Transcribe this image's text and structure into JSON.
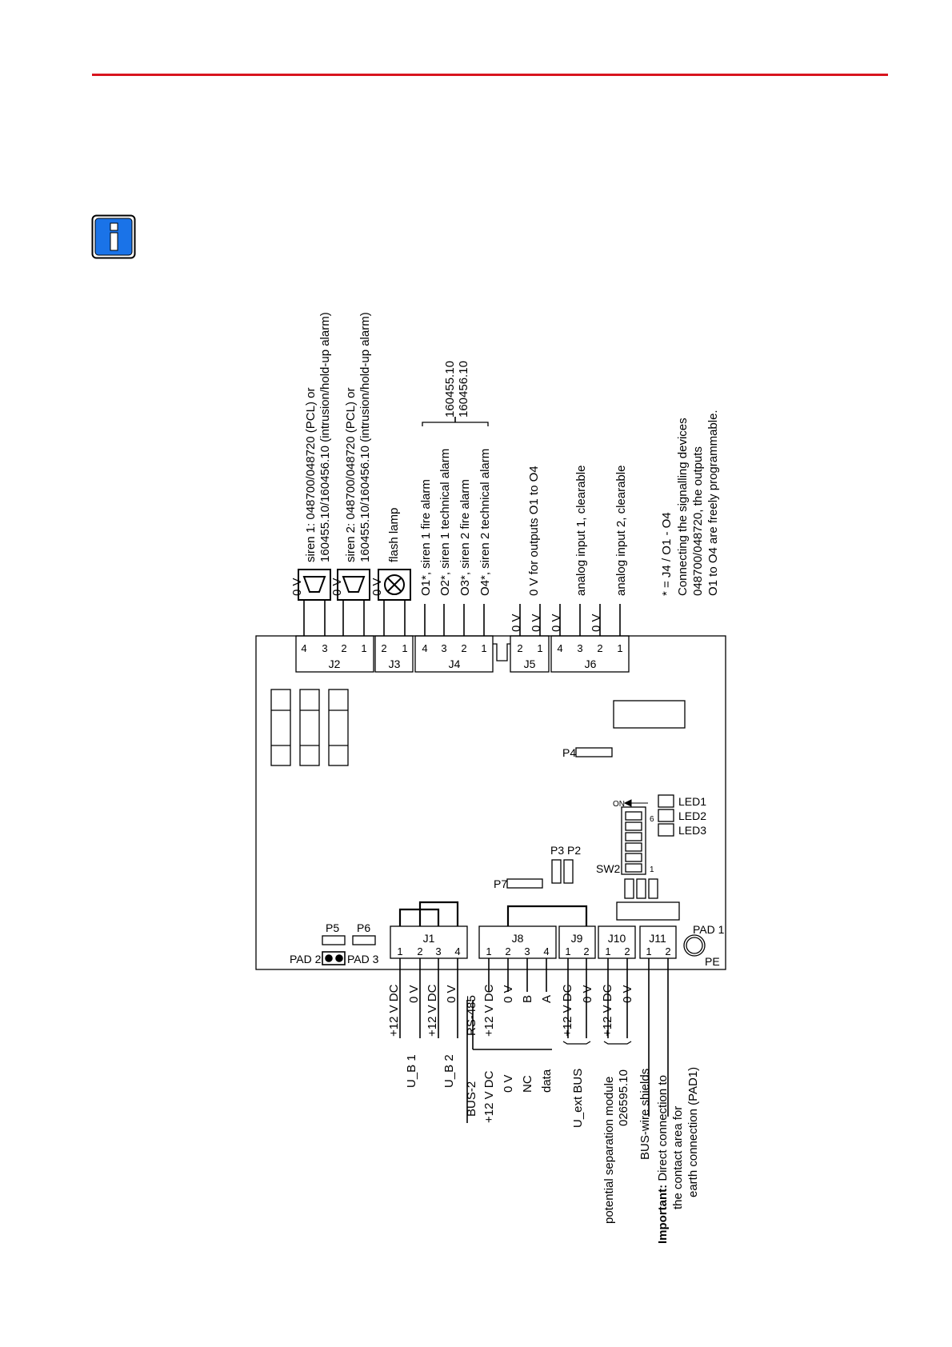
{
  "header": {
    "rule_color": "#d8141e",
    "info_icon": "info-icon",
    "info_color": "#1a73e8"
  },
  "top_labels": {
    "siren1_line1": "siren 1: 048700/048720 (PCL) or",
    "siren1_line2": "160455.10/160456.10 (intrusion/hold-up alarm)",
    "siren2_line1": "siren 2: 048700/048720 (PCL) or",
    "siren2_line2": "160455.10/160456.10 (intrusion/hold-up alarm)",
    "flash_lamp": "flash lamp",
    "o1": "O1*, siren 1 fire alarm",
    "o2": "O2*, siren 1 technical alarm",
    "o3": "O3*, siren 2 fire alarm",
    "o4": "O4*, siren 2 technical alarm",
    "part_a": "160455.10",
    "part_b": "160456.10",
    "zero_v_outputs": "0 V for outputs O1 to O4",
    "analog1": "analog input 1, clearable",
    "analog2": "analog input 2, clearable",
    "note1": "* = J4 / O1 - O4",
    "note2": "Connecting the signalling devices",
    "note3": "048700/048720, the outputs",
    "note4": "O1 to O4 are freely programmable.",
    "zero_v": "0 V"
  },
  "connectors_top": {
    "j2": "J2",
    "j3": "J3",
    "j4": "J4",
    "j5": "J5",
    "j6": "J6",
    "pins_4": [
      "4",
      "3",
      "2",
      "1"
    ],
    "pins_2": [
      "2",
      "1"
    ]
  },
  "board": {
    "p4": "P4",
    "p7": "P7",
    "p3p2": "P3 P2",
    "sw2": "SW2",
    "on": "ON",
    "sw_6": "6",
    "sw_1": "1",
    "led1": "LED1",
    "led2": "LED2",
    "led3": "LED3",
    "p5": "P5",
    "p6": "P6",
    "pad2": "PAD 2",
    "pad3": "PAD 3",
    "pad1": "PAD 1",
    "pe": "PE"
  },
  "connectors_bottom": {
    "j1": "J1",
    "j8": "J8",
    "j9": "J9",
    "j10": "J10",
    "j11": "J11",
    "pins_4": [
      "1",
      "2",
      "3",
      "4"
    ],
    "pins_2": [
      "1",
      "2"
    ]
  },
  "bottom_labels": {
    "v12": "+12 V DC",
    "zero_v": "0 V",
    "ub1": "U_B 1",
    "ub2": "U_B 2",
    "rs485": "RS-485",
    "bus2": "BUS-2",
    "b": "B",
    "a": "A",
    "nc": "NC",
    "data": "data",
    "uext": "U_ext BUS",
    "psm1": "potential separation module",
    "psm2": "026595.10",
    "bus_shields": "BUS-wire shields",
    "important": "Important:",
    "imp1": " Direct connection to",
    "imp2": "the contact area for",
    "imp3": "earth connection (PAD1)"
  }
}
